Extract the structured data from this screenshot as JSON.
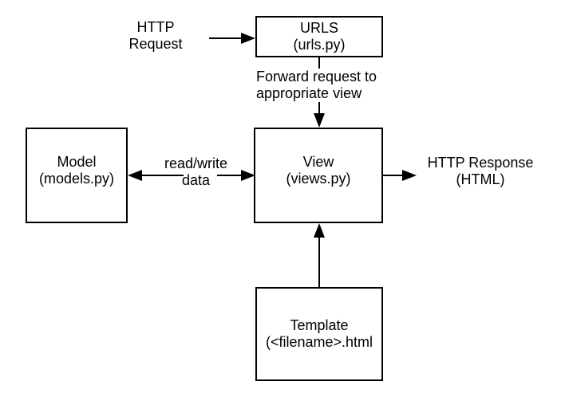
{
  "diagram": {
    "nodes": {
      "urls": {
        "title": "URLS",
        "subtitle": "(urls.py)"
      },
      "model": {
        "title": "Model",
        "subtitle": "(models.py)"
      },
      "view": {
        "title": "View",
        "subtitle": "(views.py)"
      },
      "template": {
        "title": "Template",
        "subtitle": "(<filename>.html"
      }
    },
    "labels": {
      "http_request": "HTTP\nRequest",
      "forward": "Forward request to\nappropriate view",
      "read_write": "read/write\ndata",
      "http_response": "HTTP Response\n(HTML)"
    },
    "colors": {
      "line": "#000000",
      "text": "#000000",
      "background": "#ffffff"
    }
  }
}
